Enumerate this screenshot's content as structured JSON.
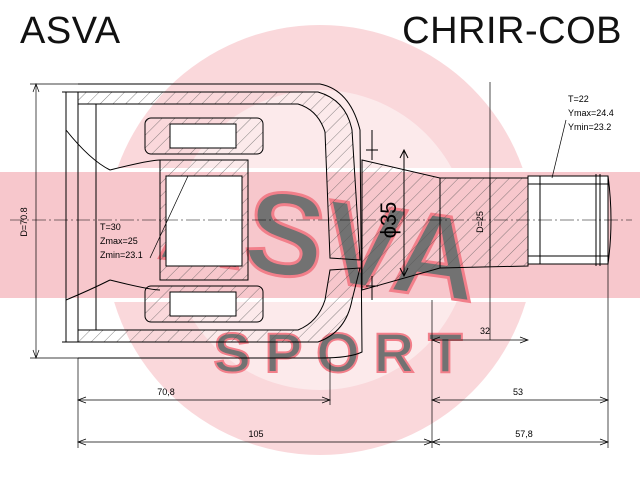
{
  "header": {
    "brand": "ASVA",
    "part_code": "CHRIR-COB"
  },
  "watermark": {
    "logo_text": "ASVA",
    "sub_text": "SPORT",
    "color": "#e8172b"
  },
  "dimensions": {
    "d_left": "D=70.8",
    "dia_center": "ϕ35",
    "d_right": "D=25",
    "inner_t": "T=30",
    "inner_zmax": "Zmax=25",
    "inner_zmin": "Zmin=23.1",
    "shaft_t": "T=22",
    "shaft_ymax": "Ymax=24.4",
    "shaft_ymin": "Ymin=23.2",
    "len_70_8": "70,8",
    "len_105": "105",
    "len_32": "32",
    "len_53": "53",
    "len_57_8": "57,8"
  },
  "colors": {
    "line": "#000000",
    "hatch": "#666666"
  }
}
